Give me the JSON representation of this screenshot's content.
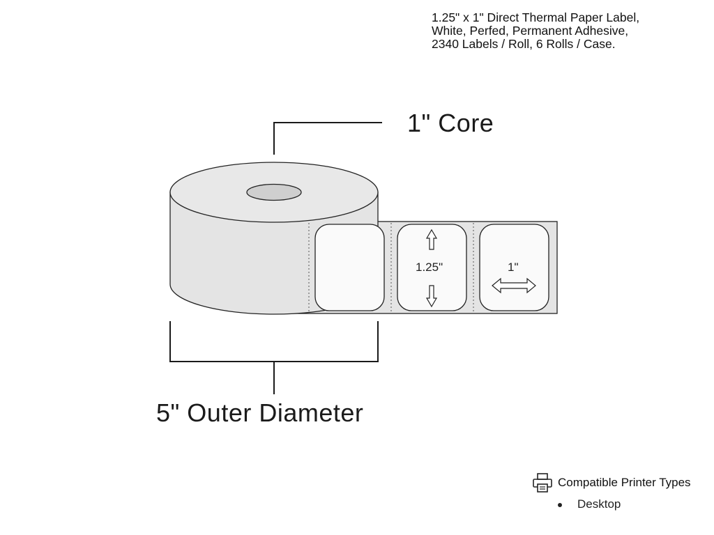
{
  "product": {
    "description_lines": [
      "1.25\" x 1\" Direct Thermal Paper Label,",
      "White, Perfed, Permanent Adhesive,",
      "2340 Labels / Roll, 6 Rolls / Case."
    ]
  },
  "diagram": {
    "core_label": "1\" Core",
    "outer_diameter_label": "5\" Outer Diameter",
    "label_height": "1.25\"",
    "label_width": "1\""
  },
  "compatibility": {
    "title": "Compatible Printer Types",
    "icon": "printer-icon",
    "types": [
      "Desktop"
    ]
  }
}
